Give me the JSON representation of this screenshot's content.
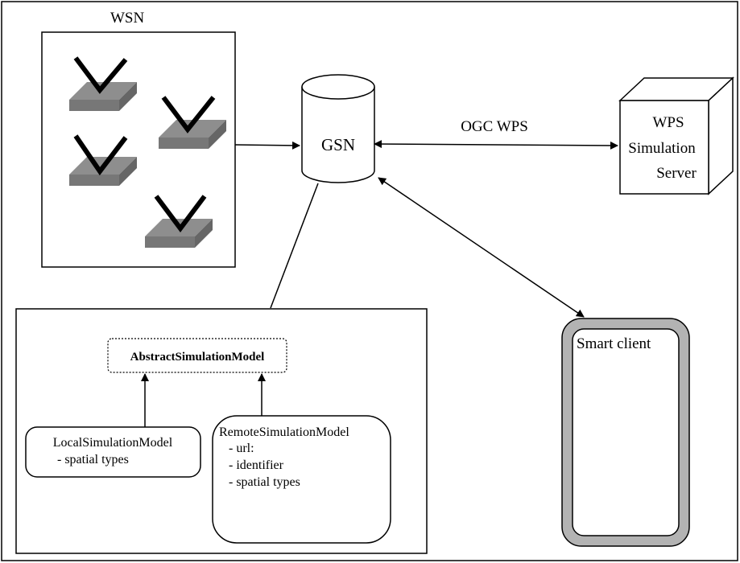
{
  "wsn": {
    "label": "WSN"
  },
  "gsn": {
    "label": "GSN"
  },
  "link": {
    "label": "OGC WPS"
  },
  "server": {
    "label_lines": [
      "WPS",
      "Simulation",
      "Server"
    ]
  },
  "client": {
    "label": "Smart client"
  },
  "model": {
    "abstract": "AbstractSimulationModel",
    "local": {
      "title": "LocalSimulationModel",
      "attributes": [
        "- spatial types"
      ]
    },
    "remote": {
      "title": "RemoteSimulationModel",
      "attributes": [
        "- url:",
        "- identifier",
        "- spatial types"
      ]
    }
  },
  "colors": {
    "sensor_face": "#8e8e8e",
    "sensor_side": "#666666",
    "client_frame": "#b3b3b3"
  }
}
